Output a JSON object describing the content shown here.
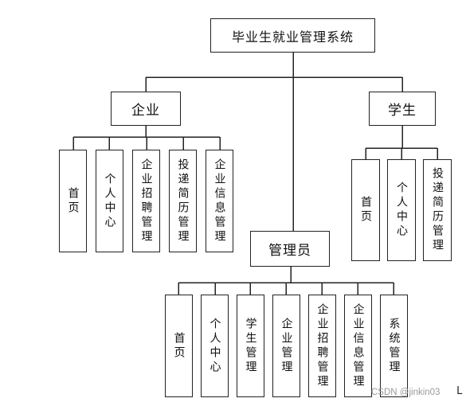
{
  "root": {
    "label": "毕业生就业管理系统"
  },
  "branches": {
    "enterprise": {
      "label": "企业",
      "children": [
        "首页",
        "个人中心",
        "企业招聘管理",
        "投递简历管理",
        "企业信息管理"
      ]
    },
    "admin": {
      "label": "管理员",
      "children": [
        "首页",
        "个人中心",
        "学生管理",
        "企业管理",
        "企业招聘管理",
        "企业信息管理",
        "系统管理"
      ]
    },
    "student": {
      "label": "学生",
      "children": [
        "首页",
        "个人中心",
        "投递简历管理"
      ]
    }
  },
  "watermark": "CSDN @jinkin03",
  "corner_mark": "L"
}
